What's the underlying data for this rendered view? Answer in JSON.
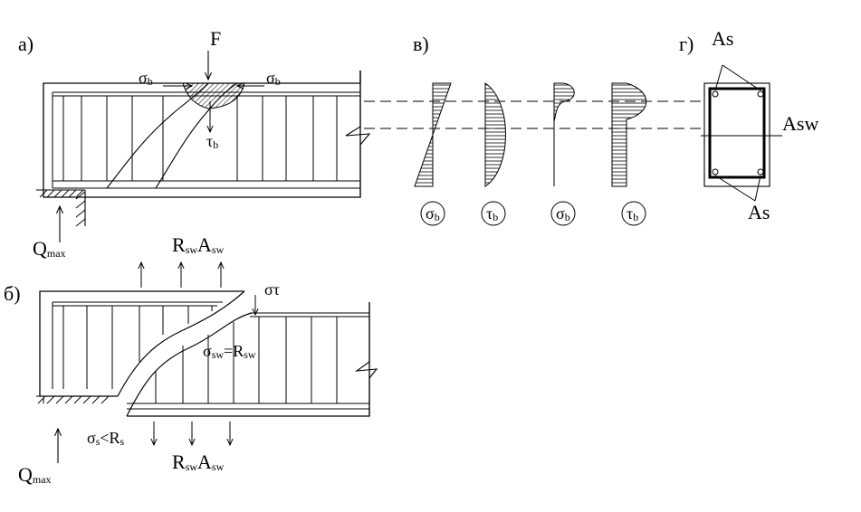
{
  "panels": {
    "a": {
      "tag": "а)",
      "force": "F",
      "sigma_left": "σ",
      "sigma_right": "σ",
      "sigma_sub": "b",
      "tau": "τ",
      "tau_sub": "b",
      "support": "Q",
      "support_sub": "max"
    },
    "b": {
      "tag": "б)",
      "top_force_main": "R",
      "top_force_sub1": "sw",
      "top_force_A": "A",
      "top_force_sub2": "sw",
      "sigma_tau": "στ",
      "sigma_sw": "σ",
      "sigma_sw_sub": "sw",
      "sigma_sw_eq": "=R",
      "sigma_sw_eq_sub": "sw",
      "sigma_s": "σ",
      "sigma_s_sub": "s",
      "sigma_s_lt": "<R",
      "sigma_s_lt_sub": "s",
      "bottom_force_main": "R",
      "bottom_force_sub1": "sw",
      "bottom_force_A": "A",
      "bottom_force_sub2": "sw",
      "support": "Q",
      "support_sub": "max"
    },
    "v": {
      "tag": "в)",
      "circles": [
        {
          "main": "σ",
          "sub": "b"
        },
        {
          "main": "τ",
          "sub": "b"
        },
        {
          "main": "σ",
          "sub": "b"
        },
        {
          "main": "τ",
          "sub": "b"
        }
      ]
    },
    "g": {
      "tag": "г)",
      "as_top": "As",
      "as_bottom": "As",
      "asw": "Asw"
    }
  }
}
